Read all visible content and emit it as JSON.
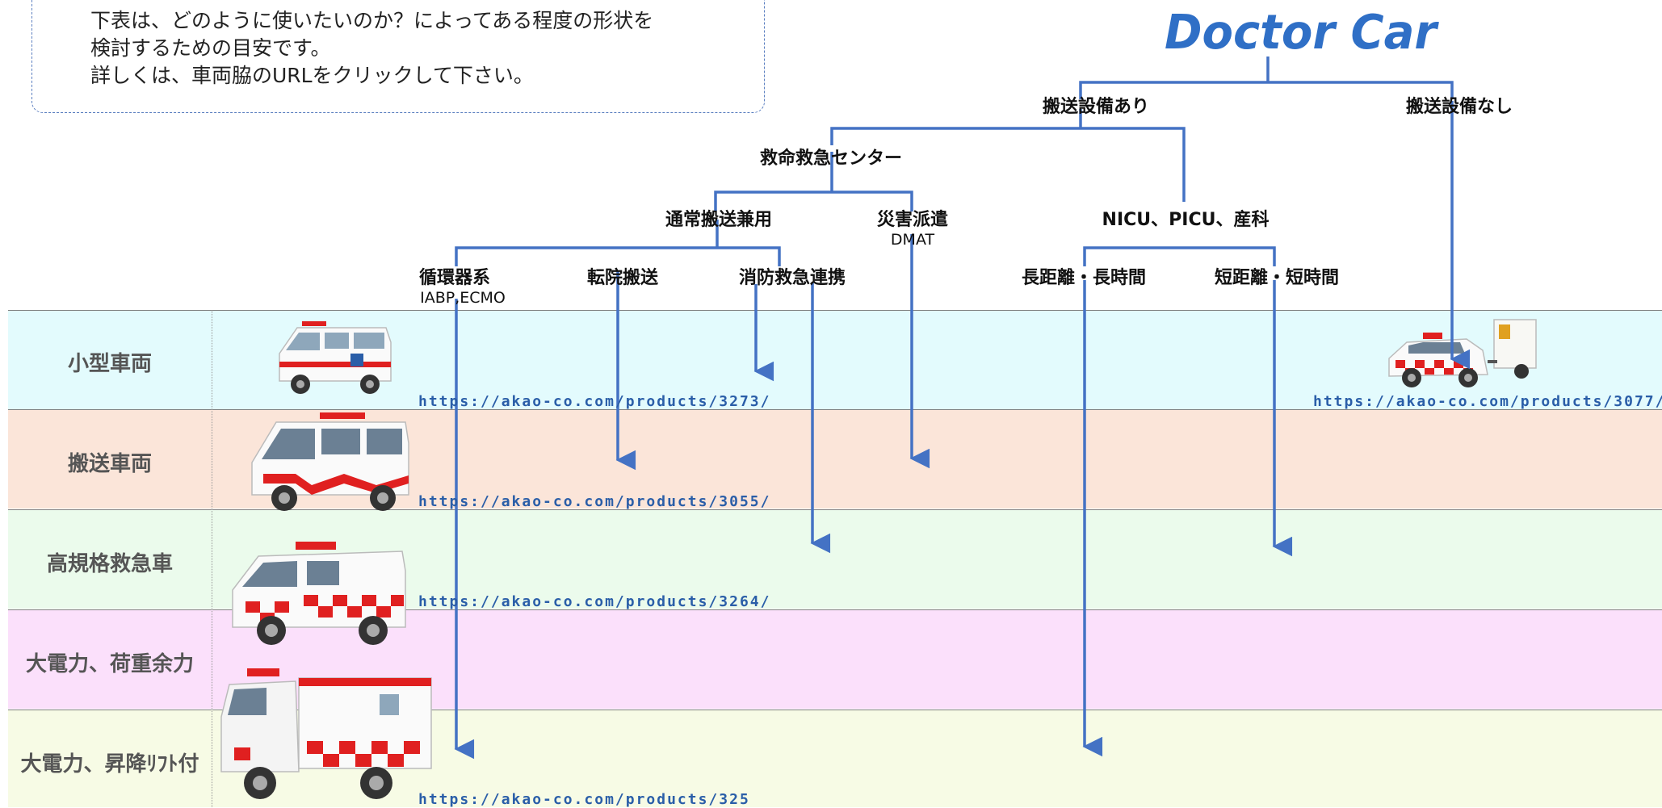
{
  "note": {
    "lines": [
      "下表は、どのように使いたいのか？によってある程度の形状を",
      "検討するための目安です。",
      "詳しくは、車両脇のURLをクリックして下さい。"
    ]
  },
  "title": "Doctor Car",
  "tree": {
    "with_transport": "搬送設備あり",
    "without_transport": "搬送設備なし",
    "emergency_center": "救命救急センター",
    "normal_transport": "通常搬送兼用",
    "disaster": "災害派遣",
    "disaster_sub": "DMAT",
    "nicu": "NICU、PICU、産科",
    "circulatory": "循環器系",
    "circulatory_sub": "IABP,ECMO",
    "transfer": "転院搬送",
    "fire_link": "消防救急連携",
    "long_distance": "長距離・長時間",
    "short_distance": "短距離・短時間"
  },
  "rows": [
    {
      "label": "小型車両",
      "color": "#e3fbfd",
      "url": "https://akao-co.com/products/3273/"
    },
    {
      "label": "搬送車両",
      "color": "#fbe5d9",
      "url": "https://akao-co.com/products/3055/"
    },
    {
      "label": "高規格救急車",
      "color": "#ebfbec",
      "url": "https://akao-co.com/products/3264/"
    },
    {
      "label": "大電力、荷重余力",
      "color": "#fbe0fb",
      "url": ""
    },
    {
      "label": "大電力、昇降ﾘﾌﾄ付",
      "color": "#f7fbe5",
      "url": "https://akao-co.com/products/325"
    }
  ],
  "extra_url": "https://akao-co.com/products/3077/",
  "colors": {
    "line": "#4472c4",
    "title": "#2f6fc6",
    "url": "#2a5ea8"
  },
  "icons": [
    "mini-ambulance-icon",
    "transport-van-icon",
    "high-spec-ambulance-icon",
    "truck-ambulance-icon",
    "suv-with-trailer-icon"
  ]
}
